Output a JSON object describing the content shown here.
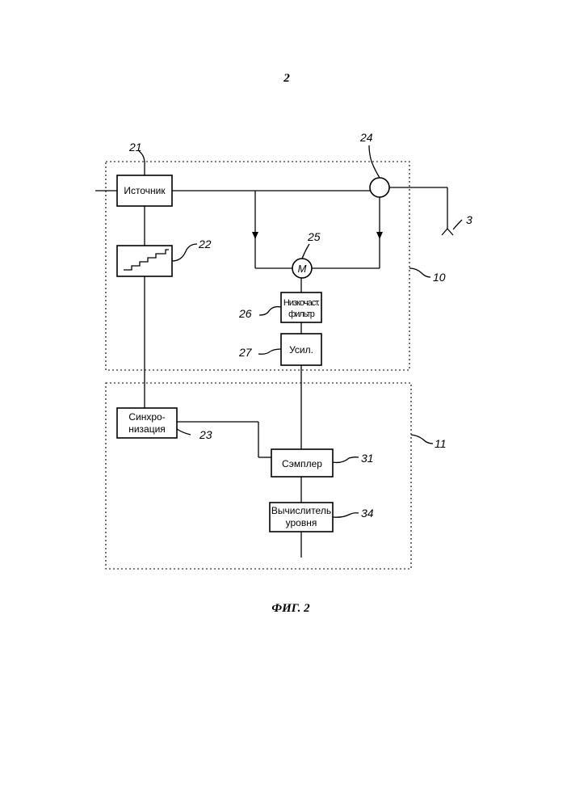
{
  "page_number": "2",
  "figure_caption": "ФИГ. 2",
  "blocks": {
    "source": "Источник",
    "staircase_ref": "22",
    "lowpass_line1": "Низкочаст.",
    "lowpass_line2": "фильтр",
    "amplifier": "Усил.",
    "sync_line1": "Синхро-",
    "sync_line2": "низация",
    "sampler": "Сэмплер",
    "level_line1": "Вычислитель",
    "level_line2": "уровня",
    "mixer_symbol": "M"
  },
  "refs": {
    "source": "21",
    "staircase": "22",
    "sync": "23",
    "coupler": "24",
    "mixer": "25",
    "lowpass": "26",
    "amplifier": "27",
    "antenna": "3",
    "group_top": "10",
    "group_bottom": "11",
    "sampler": "31",
    "level": "34"
  }
}
